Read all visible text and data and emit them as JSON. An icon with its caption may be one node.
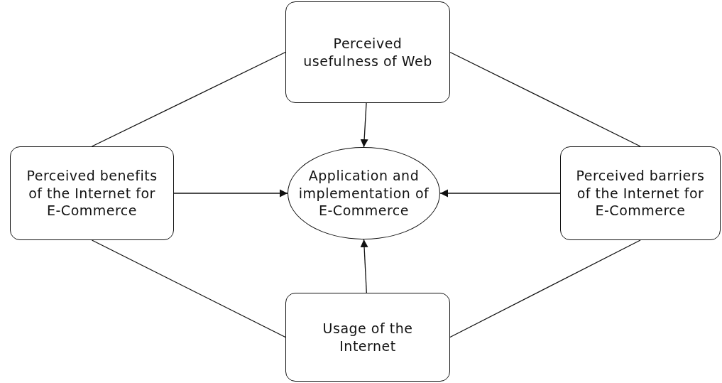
{
  "diagram": {
    "nodes": [
      {
        "text": [
          "Perceived usefulness of Web"
        ]
      },
      {
        "text": [
          "Perceived benefits of the Internet for E-Commerce"
        ]
      },
      {
        "text": [
          "Application and implementation of E-Commerce"
        ]
      },
      {
        "text": [
          "Perceived barriers of the Internet for E-Commerce"
        ]
      },
      {
        "text": [
          "Usage of the Internet"
        ]
      }
    ],
    "edges": [
      {
        "from": 0,
        "to": 2,
        "arrow": "to"
      },
      {
        "from": 1,
        "to": 2,
        "arrow": "to"
      },
      {
        "from": 3,
        "to": 2,
        "arrow": "to"
      },
      {
        "from": 4,
        "to": 2,
        "arrow": "to"
      },
      {
        "from": 0,
        "to": 1,
        "arrow": "none"
      },
      {
        "from": 0,
        "to": 3,
        "arrow": "none"
      },
      {
        "from": 4,
        "to": 1,
        "arrow": "none"
      },
      {
        "from": 4,
        "to": 3,
        "arrow": "none"
      }
    ]
  }
}
